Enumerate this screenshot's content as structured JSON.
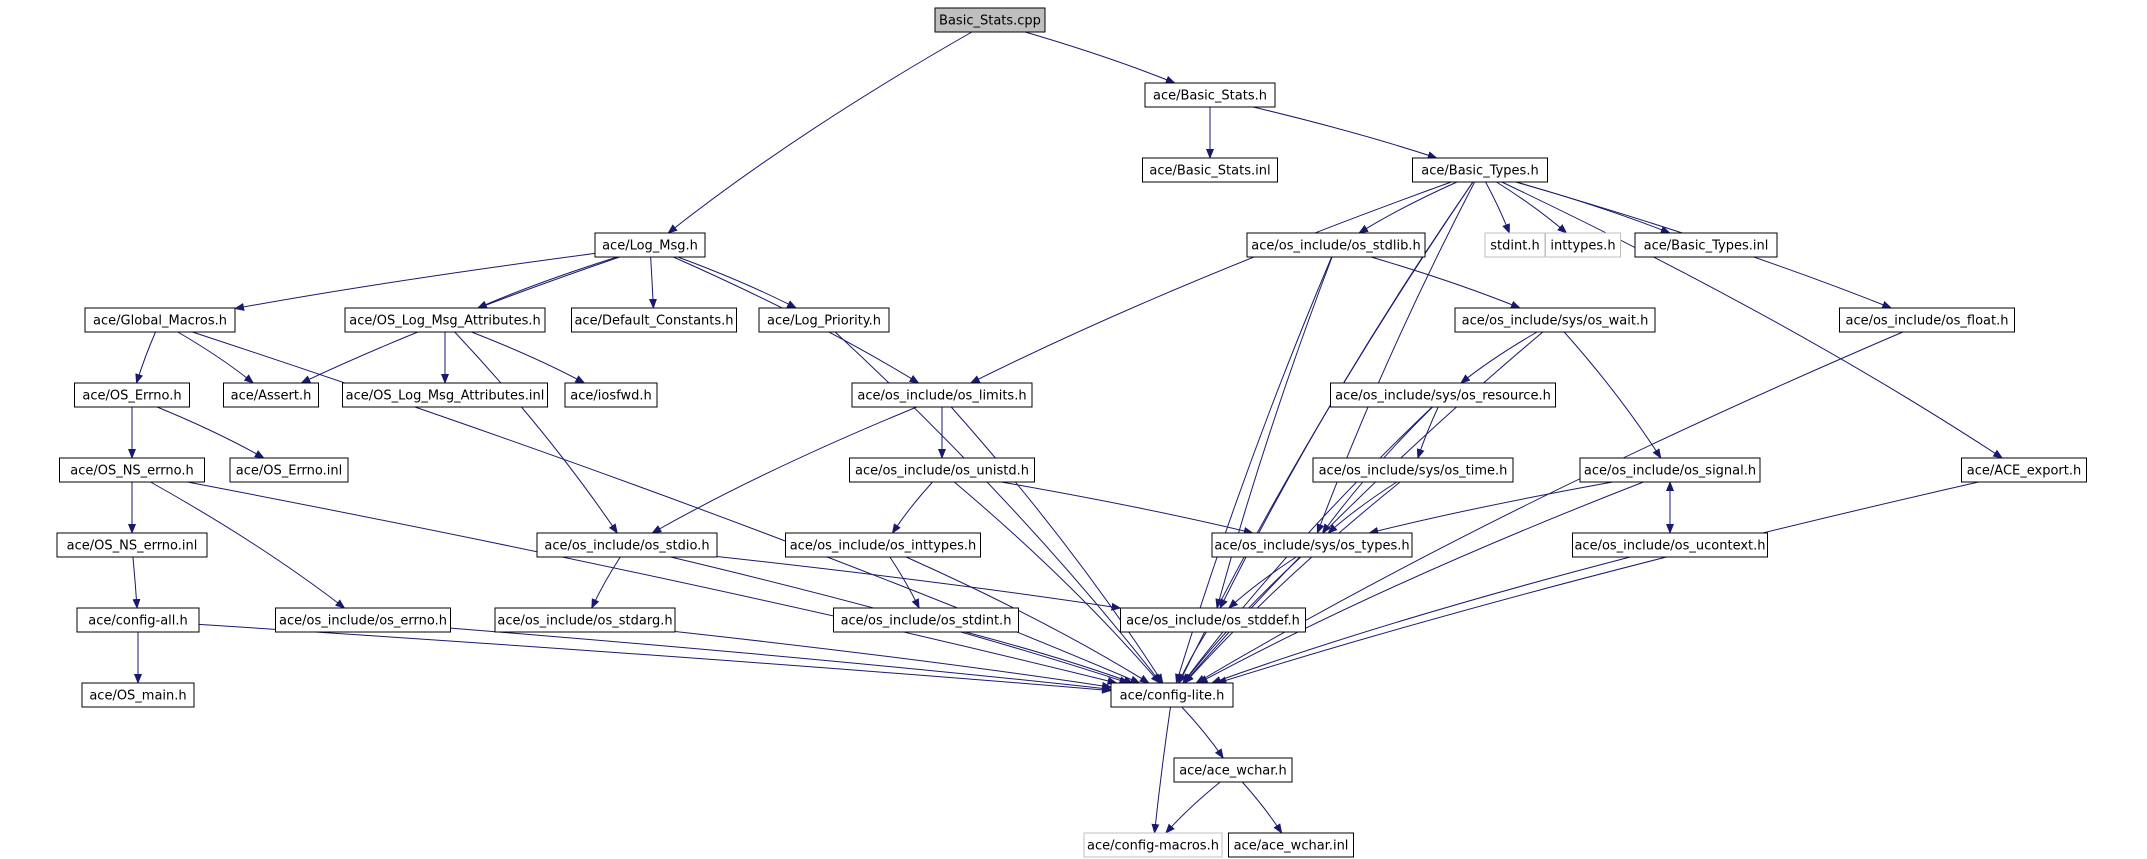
{
  "colors": {
    "edge": "#191970",
    "node_border": "#000000",
    "missing_border": "#bfbfbf",
    "root_fill": "#bfbfbf",
    "node_fill": "#ffffff"
  },
  "graph": {
    "nodes": [
      {
        "id": "basic_stats_cpp",
        "label": "Basic_Stats.cpp",
        "style": "root"
      },
      {
        "id": "ace_basic_stats_h",
        "label": "ace/Basic_Stats.h",
        "style": "normal"
      },
      {
        "id": "ace_basic_stats_inl",
        "label": "ace/Basic_Stats.inl",
        "style": "normal"
      },
      {
        "id": "ace_basic_types_h",
        "label": "ace/Basic_Types.h",
        "style": "normal"
      },
      {
        "id": "ace_log_msg_h",
        "label": "ace/Log_Msg.h",
        "style": "normal"
      },
      {
        "id": "os_stdlib_h",
        "label": "ace/os_include/os_stdlib.h",
        "style": "normal"
      },
      {
        "id": "stdint_h",
        "label": "stdint.h",
        "style": "missing"
      },
      {
        "id": "inttypes_h",
        "label": "inttypes.h",
        "style": "missing"
      },
      {
        "id": "ace_basic_types_inl",
        "label": "ace/Basic_Types.inl",
        "style": "normal"
      },
      {
        "id": "ace_global_macros_h",
        "label": "ace/Global_Macros.h",
        "style": "normal"
      },
      {
        "id": "ace_os_log_msg_attributes_h",
        "label": "ace/OS_Log_Msg_Attributes.h",
        "style": "normal"
      },
      {
        "id": "ace_default_constants_h",
        "label": "ace/Default_Constants.h",
        "style": "normal"
      },
      {
        "id": "ace_log_priority_h",
        "label": "ace/Log_Priority.h",
        "style": "normal"
      },
      {
        "id": "sys_os_wait_h",
        "label": "ace/os_include/sys/os_wait.h",
        "style": "normal"
      },
      {
        "id": "os_float_h",
        "label": "ace/os_include/os_float.h",
        "style": "normal"
      },
      {
        "id": "ace_os_errno_h",
        "label": "ace/OS_Errno.h",
        "style": "normal"
      },
      {
        "id": "ace_assert_h",
        "label": "ace/Assert.h",
        "style": "normal"
      },
      {
        "id": "ace_os_log_msg_attributes_inl",
        "label": "ace/OS_Log_Msg_Attributes.inl",
        "style": "normal"
      },
      {
        "id": "ace_iosfwd_h",
        "label": "ace/iosfwd.h",
        "style": "normal"
      },
      {
        "id": "os_limits_h",
        "label": "ace/os_include/os_limits.h",
        "style": "normal"
      },
      {
        "id": "sys_os_resource_h",
        "label": "ace/os_include/sys/os_resource.h",
        "style": "normal"
      },
      {
        "id": "ace_os_ns_errno_h",
        "label": "ace/OS_NS_errno.h",
        "style": "normal"
      },
      {
        "id": "ace_os_errno_inl",
        "label": "ace/OS_Errno.inl",
        "style": "normal"
      },
      {
        "id": "os_unistd_h",
        "label": "ace/os_include/os_unistd.h",
        "style": "normal"
      },
      {
        "id": "sys_os_time_h",
        "label": "ace/os_include/sys/os_time.h",
        "style": "normal"
      },
      {
        "id": "os_signal_h",
        "label": "ace/os_include/os_signal.h",
        "style": "normal"
      },
      {
        "id": "ace_ace_export_h",
        "label": "ace/ACE_export.h",
        "style": "normal"
      },
      {
        "id": "ace_os_ns_errno_inl",
        "label": "ace/OS_NS_errno.inl",
        "style": "normal"
      },
      {
        "id": "os_stdio_h",
        "label": "ace/os_include/os_stdio.h",
        "style": "normal"
      },
      {
        "id": "os_inttypes_h",
        "label": "ace/os_include/os_inttypes.h",
        "style": "normal"
      },
      {
        "id": "sys_os_types_h",
        "label": "ace/os_include/sys/os_types.h",
        "style": "normal"
      },
      {
        "id": "os_ucontext_h",
        "label": "ace/os_include/os_ucontext.h",
        "style": "normal"
      },
      {
        "id": "ace_config_all_h",
        "label": "ace/config-all.h",
        "style": "normal"
      },
      {
        "id": "os_errno_h",
        "label": "ace/os_include/os_errno.h",
        "style": "normal"
      },
      {
        "id": "os_stdarg_h",
        "label": "ace/os_include/os_stdarg.h",
        "style": "normal"
      },
      {
        "id": "os_stdint_h",
        "label": "ace/os_include/os_stdint.h",
        "style": "normal"
      },
      {
        "id": "os_stddef_h",
        "label": "ace/os_include/os_stddef.h",
        "style": "normal"
      },
      {
        "id": "ace_os_main_h",
        "label": "ace/OS_main.h",
        "style": "normal"
      },
      {
        "id": "ace_config_lite_h",
        "label": "ace/config-lite.h",
        "style": "normal"
      },
      {
        "id": "ace_ace_wchar_h",
        "label": "ace/ace_wchar.h",
        "style": "normal"
      },
      {
        "id": "ace_config_macros_h",
        "label": "ace/config-macros.h",
        "style": "missing"
      },
      {
        "id": "ace_ace_wchar_inl",
        "label": "ace/ace_wchar.inl",
        "style": "normal"
      }
    ],
    "edges": [
      [
        "basic_stats_cpp",
        "ace_basic_stats_h"
      ],
      [
        "basic_stats_cpp",
        "ace_log_msg_h"
      ],
      [
        "ace_basic_stats_h",
        "ace_basic_stats_inl"
      ],
      [
        "ace_basic_stats_h",
        "ace_basic_types_h"
      ],
      [
        "ace_basic_types_h",
        "os_stdlib_h"
      ],
      [
        "ace_basic_types_h",
        "stdint_h"
      ],
      [
        "ace_basic_types_h",
        "inttypes_h"
      ],
      [
        "ace_basic_types_h",
        "ace_basic_types_inl"
      ],
      [
        "ace_basic_types_h",
        "os_float_h"
      ],
      [
        "ace_basic_types_h",
        "ace_ace_export_h"
      ],
      [
        "ace_basic_types_h",
        "os_limits_h"
      ],
      [
        "ace_basic_types_h",
        "sys_os_types_h"
      ],
      [
        "ace_basic_types_h",
        "os_stddef_h"
      ],
      [
        "ace_basic_types_h",
        "ace_config_lite_h"
      ],
      [
        "ace_log_msg_h",
        "ace_global_macros_h"
      ],
      [
        "ace_log_msg_h",
        "ace_assert_h"
      ],
      [
        "ace_log_msg_h",
        "ace_os_log_msg_attributes_h"
      ],
      [
        "ace_log_msg_h",
        "ace_default_constants_h"
      ],
      [
        "ace_log_msg_h",
        "ace_log_priority_h"
      ],
      [
        "ace_log_msg_h",
        "os_limits_h"
      ],
      [
        "ace_global_macros_h",
        "ace_os_errno_h"
      ],
      [
        "ace_global_macros_h",
        "ace_assert_h"
      ],
      [
        "ace_global_macros_h",
        "ace_config_lite_h"
      ],
      [
        "ace_os_errno_h",
        "ace_os_ns_errno_h"
      ],
      [
        "ace_os_errno_h",
        "ace_os_errno_inl"
      ],
      [
        "ace_os_ns_errno_h",
        "ace_os_ns_errno_inl"
      ],
      [
        "ace_os_ns_errno_h",
        "os_errno_h"
      ],
      [
        "ace_os_ns_errno_h",
        "ace_config_lite_h"
      ],
      [
        "ace_os_ns_errno_inl",
        "ace_config_all_h"
      ],
      [
        "ace_config_all_h",
        "ace_os_main_h"
      ],
      [
        "ace_config_all_h",
        "ace_config_lite_h"
      ],
      [
        "os_errno_h",
        "ace_config_lite_h"
      ],
      [
        "ace_os_log_msg_attributes_h",
        "ace_os_log_msg_attributes_inl"
      ],
      [
        "ace_os_log_msg_attributes_h",
        "ace_iosfwd_h"
      ],
      [
        "ace_os_log_msg_attributes_h",
        "os_stdio_h"
      ],
      [
        "ace_log_priority_h",
        "ace_config_lite_h"
      ],
      [
        "os_limits_h",
        "os_unistd_h"
      ],
      [
        "os_limits_h",
        "os_stdio_h"
      ],
      [
        "os_limits_h",
        "ace_config_lite_h"
      ],
      [
        "os_unistd_h",
        "os_inttypes_h"
      ],
      [
        "os_unistd_h",
        "sys_os_types_h"
      ],
      [
        "os_unistd_h",
        "ace_config_lite_h"
      ],
      [
        "os_inttypes_h",
        "os_stdint_h"
      ],
      [
        "os_inttypes_h",
        "ace_config_lite_h"
      ],
      [
        "os_stdint_h",
        "ace_config_lite_h"
      ],
      [
        "os_stdio_h",
        "os_stdarg_h"
      ],
      [
        "os_stdio_h",
        "os_stddef_h"
      ],
      [
        "os_stdio_h",
        "ace_config_lite_h"
      ],
      [
        "os_stdarg_h",
        "ace_config_lite_h"
      ],
      [
        "os_stdlib_h",
        "sys_os_wait_h"
      ],
      [
        "os_stdlib_h",
        "os_stddef_h"
      ],
      [
        "os_stdlib_h",
        "ace_config_lite_h"
      ],
      [
        "sys_os_wait_h",
        "sys_os_resource_h"
      ],
      [
        "sys_os_wait_h",
        "os_signal_h"
      ],
      [
        "sys_os_wait_h",
        "ace_config_lite_h"
      ],
      [
        "sys_os_resource_h",
        "sys_os_time_h"
      ],
      [
        "sys_os_resource_h",
        "sys_os_types_h"
      ],
      [
        "sys_os_resource_h",
        "ace_config_lite_h"
      ],
      [
        "sys_os_time_h",
        "sys_os_types_h"
      ],
      [
        "sys_os_time_h",
        "ace_config_lite_h"
      ],
      [
        "os_signal_h",
        "sys_os_types_h"
      ],
      [
        "os_signal_h",
        "os_ucontext_h"
      ],
      [
        "os_signal_h",
        "ace_config_lite_h"
      ],
      [
        "os_ucontext_h",
        "os_signal_h"
      ],
      [
        "os_ucontext_h",
        "ace_config_lite_h"
      ],
      [
        "sys_os_types_h",
        "os_stddef_h"
      ],
      [
        "sys_os_types_h",
        "ace_config_lite_h"
      ],
      [
        "os_stddef_h",
        "ace_config_lite_h"
      ],
      [
        "os_float_h",
        "ace_config_lite_h"
      ],
      [
        "ace_ace_export_h",
        "ace_config_lite_h"
      ],
      [
        "ace_config_lite_h",
        "ace_ace_wchar_h"
      ],
      [
        "ace_config_lite_h",
        "ace_config_macros_h"
      ],
      [
        "ace_ace_wchar_h",
        "ace_config_macros_h"
      ],
      [
        "ace_ace_wchar_h",
        "ace_ace_wchar_inl"
      ]
    ]
  }
}
